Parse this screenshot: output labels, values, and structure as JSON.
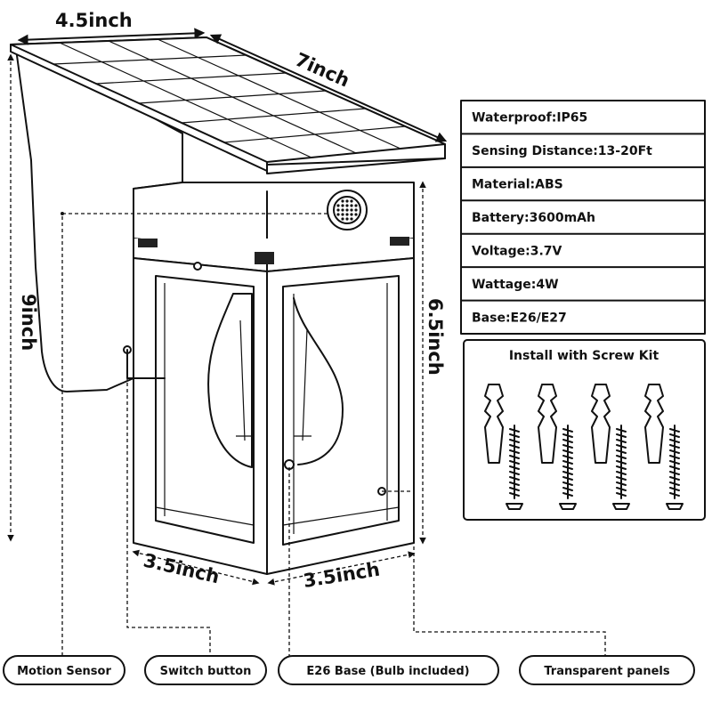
{
  "dimensions": {
    "panel_width": "4.5inch",
    "panel_length": "7inch",
    "total_height": "9inch",
    "lantern_height": "6.5inch",
    "lantern_depth": "3.5inch",
    "lantern_width": "3.5inch"
  },
  "specs": [
    {
      "label": "Waterproof:IP65"
    },
    {
      "label": "Sensing Distance:13-20Ft"
    },
    {
      "label": "Material:ABS"
    },
    {
      "label": "Battery:3600mAh"
    },
    {
      "label": "Voltage:3.7V"
    },
    {
      "label": "Wattage:4W"
    },
    {
      "label": "Base:E26/E27"
    }
  ],
  "install": {
    "title": "Install with Screw Kit"
  },
  "callouts": [
    {
      "label": "Motion Sensor"
    },
    {
      "label": "Switch button"
    },
    {
      "label": "E26 Base (Bulb included)"
    },
    {
      "label": "Transparent panels"
    }
  ]
}
